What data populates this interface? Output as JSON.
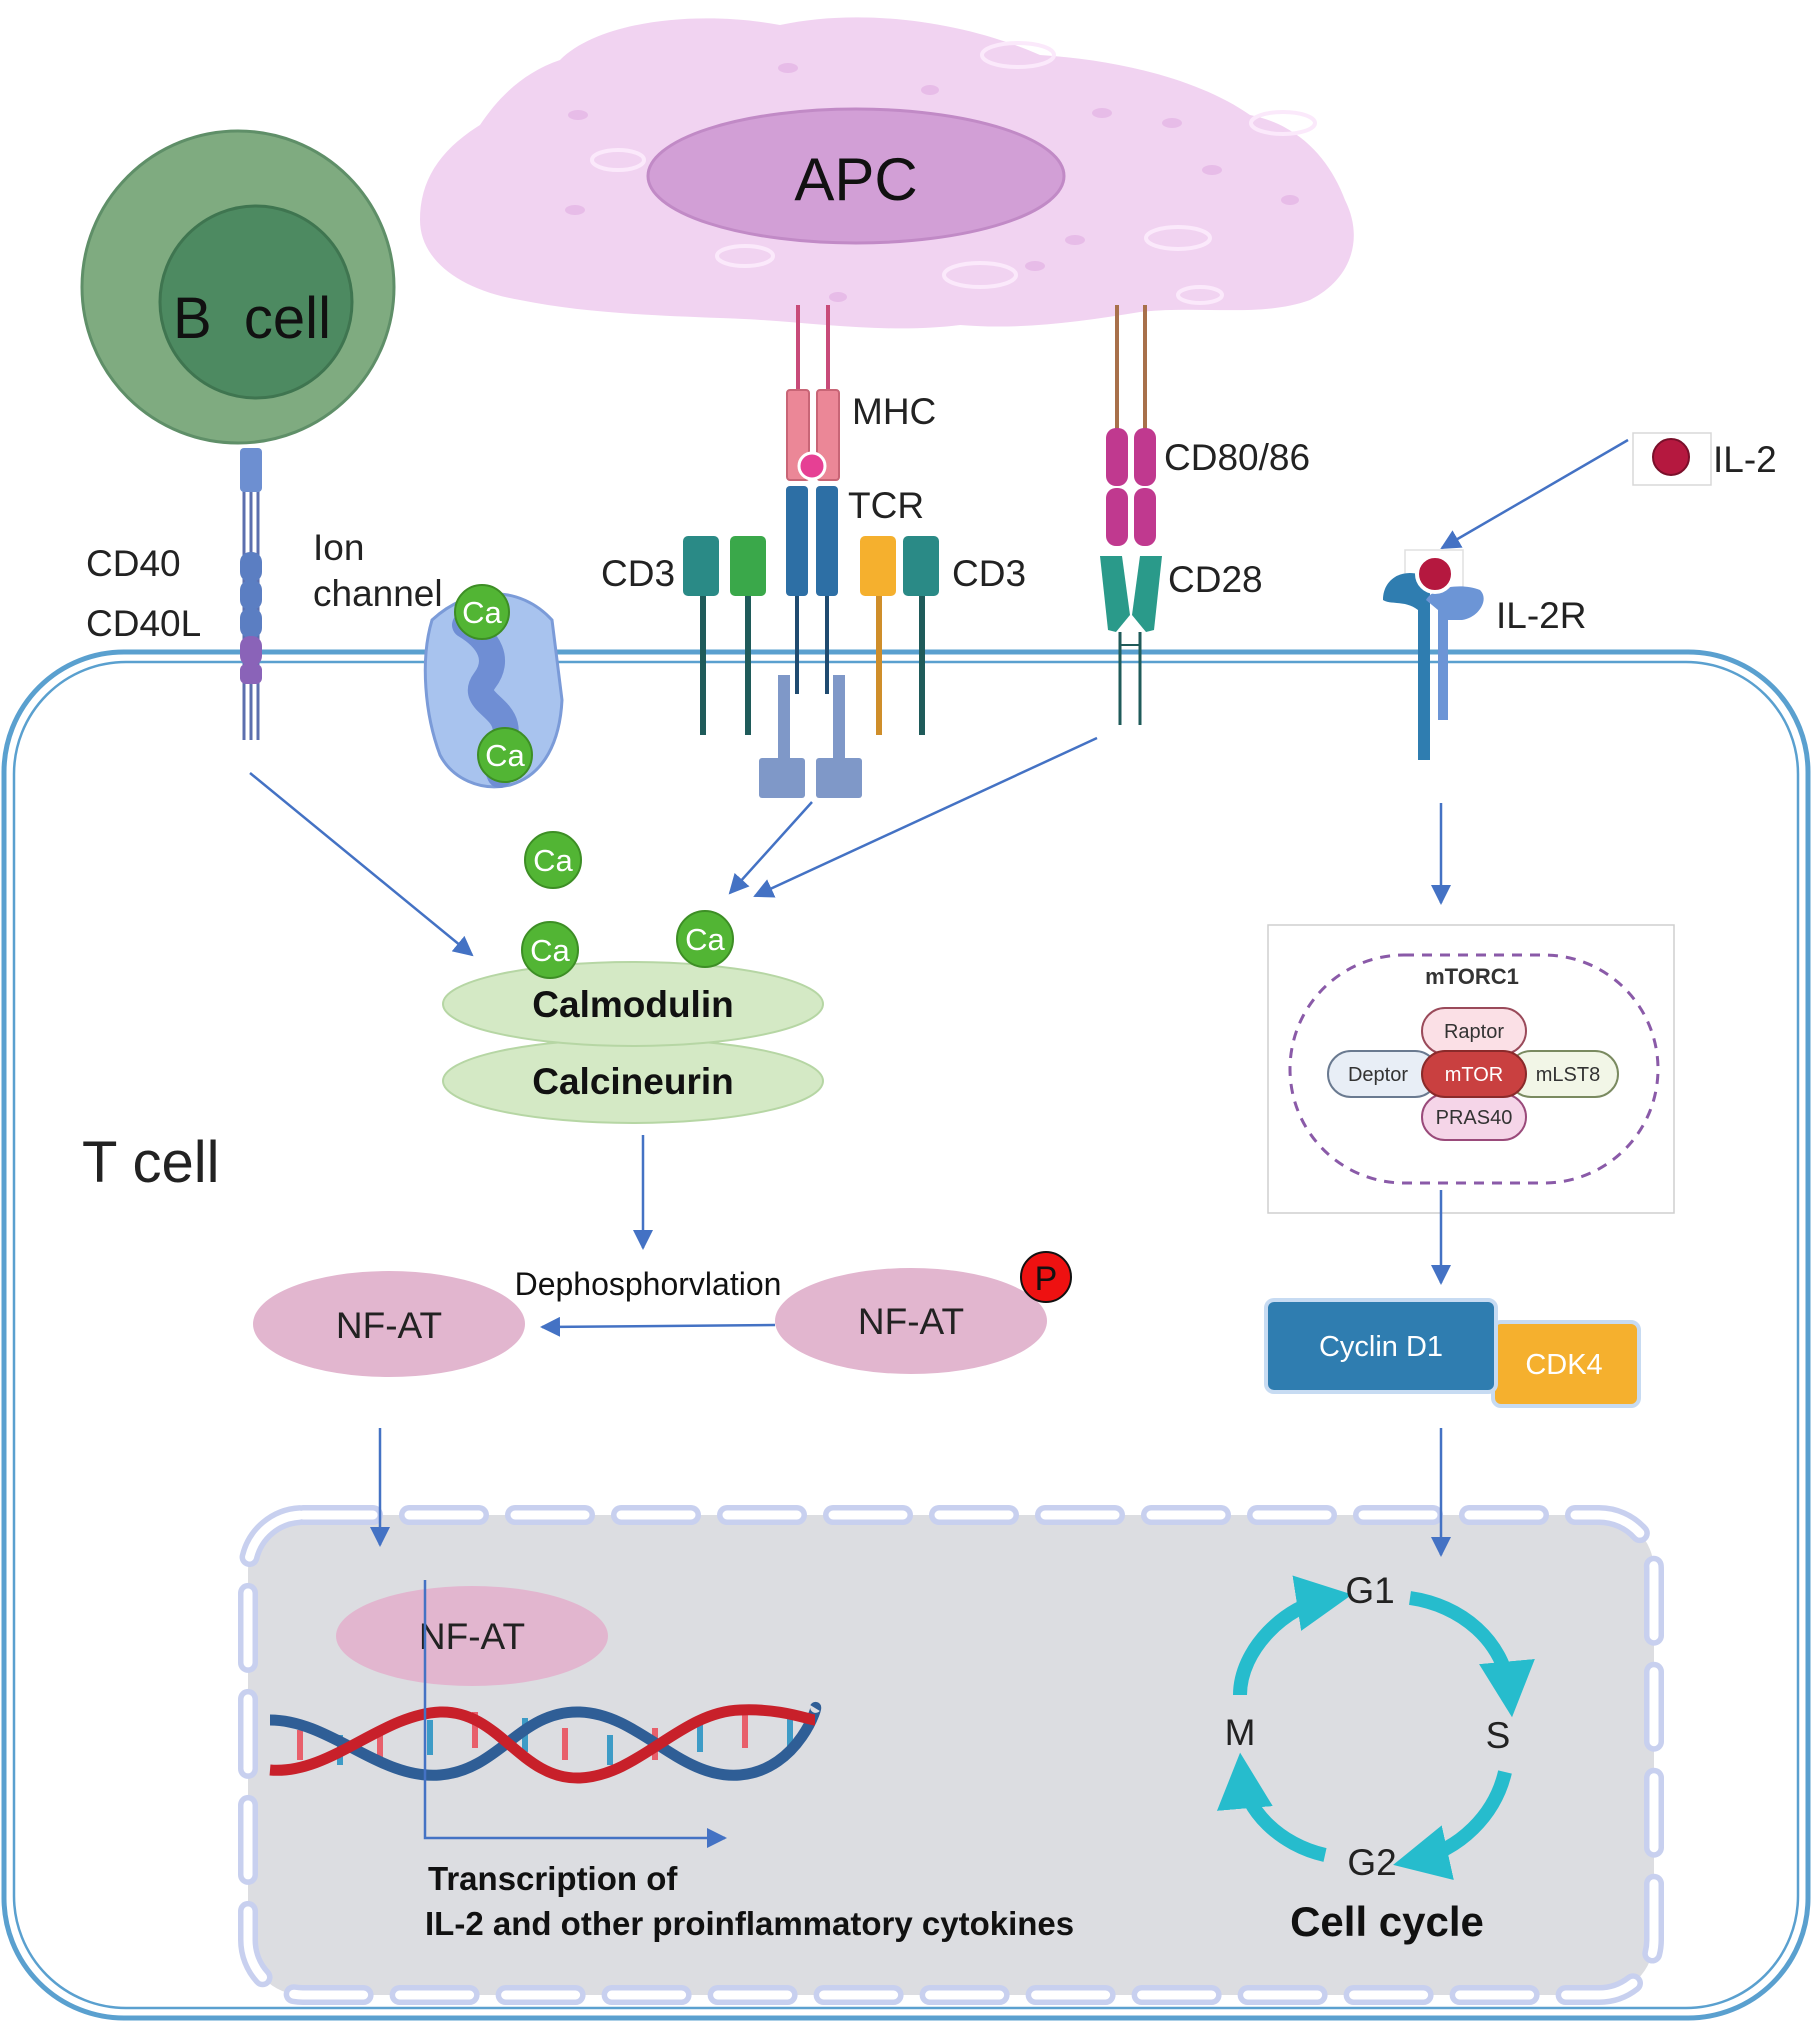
{
  "cells": {
    "apc": "APC",
    "b_cell": "B  cell",
    "t_cell": "T cell"
  },
  "receptors": {
    "mhc": "MHC",
    "tcr": "TCR",
    "cd3_left": "CD3",
    "cd3_right": "CD3",
    "cd80_86": "CD80/86",
    "cd28": "CD28",
    "il2": "IL-2",
    "il2r": "IL-2R",
    "cd40": "CD40",
    "cd40l": "CD40L",
    "ion_channel_line1": "Ion",
    "ion_channel_line2": "channel"
  },
  "calcium": {
    "ion_label": "Ca"
  },
  "pathway": {
    "calmodulin": "Calmodulin",
    "calcineurin": "Calcineurin",
    "dephosphorylation": "Dephosphorvlation",
    "nfat": "NF-AT",
    "phospho": "P",
    "transcription_line1": "Transcription of",
    "transcription_line2": "IL-2 and other proinflammatory cytokines"
  },
  "mtorc1": {
    "title": "mTORC1",
    "raptor": "Raptor",
    "mtor": "mTOR",
    "deptor": "Deptor",
    "mlst8": "mLST8",
    "pras40": "PRAS40"
  },
  "cyclin": {
    "cyclin_d1": "Cyclin D1",
    "cdk4": "CDK4"
  },
  "cell_cycle": {
    "g1": "G1",
    "s": "S",
    "g2": "G2",
    "m": "M",
    "title": "Cell cycle"
  },
  "colors": {
    "apc_fill": "#f1d3f1",
    "apc_nucleus": "#d29fd6",
    "b_cell_outer": "#7fab80",
    "b_cell_inner": "#4d8a61",
    "t_cell_border": "#5aa0cf",
    "arrow": "#4472c4",
    "calmodulin": "#d4e9c5",
    "nfat": "#e2b6cf",
    "calcium": "#52b534",
    "phospho": "#ee1111",
    "nucleus_fill": "#dcdde1",
    "cyclin_d1": "#2f7db0",
    "cdk4": "#f5b02e",
    "mtor": "#c94040",
    "cycle_arrow": "#26bccd"
  }
}
